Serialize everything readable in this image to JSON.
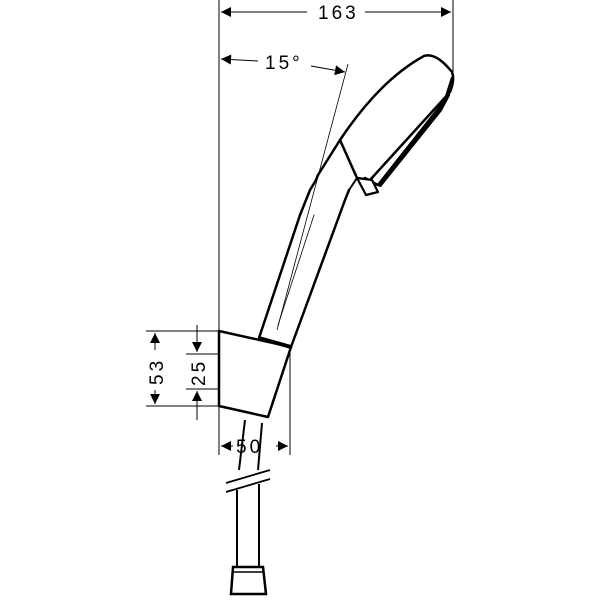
{
  "drawing": {
    "subject": "hand shower with wall holder and hose",
    "dimensions": {
      "overall_width": "163",
      "angle": "15°",
      "holder_height": "53",
      "holder_offset": "25",
      "holder_width": "50"
    },
    "colors": {
      "line": "#000000",
      "background": "#ffffff"
    }
  }
}
